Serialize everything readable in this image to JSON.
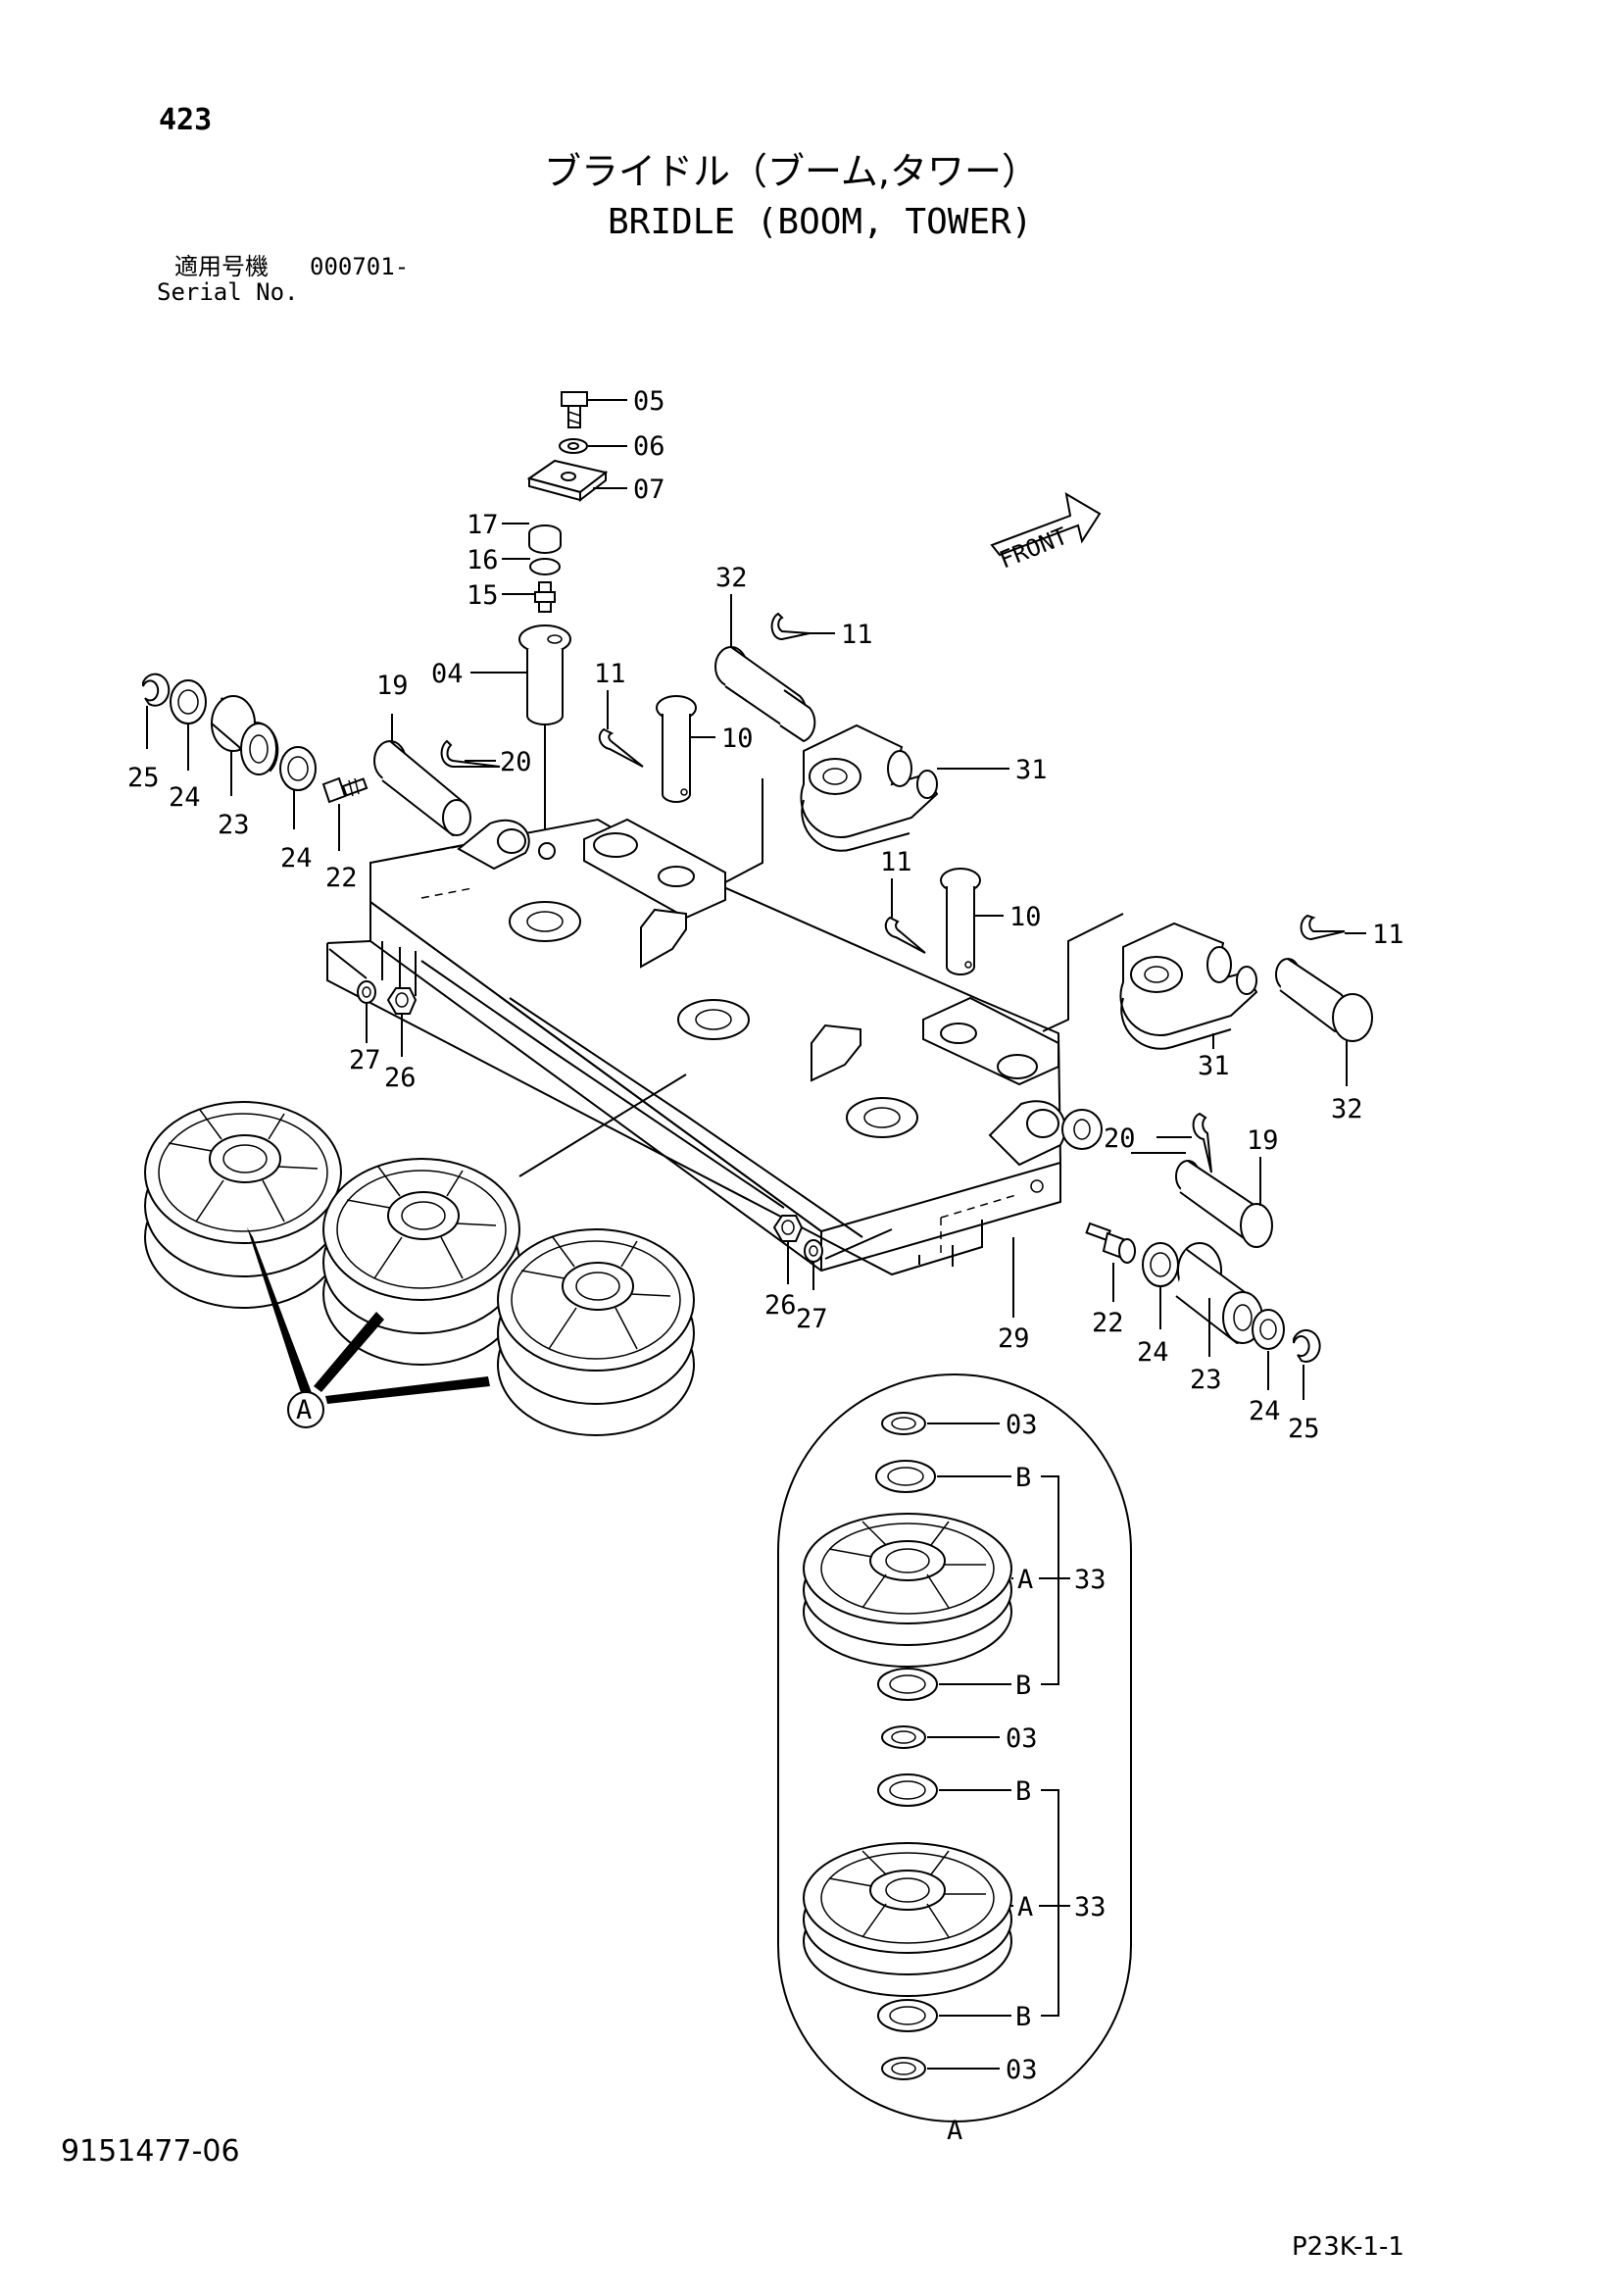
{
  "page": {
    "page_number": "423",
    "title_ja": "ブライドル（ブーム,タワー）",
    "title_en": "BRIDLE (BOOM, TOWER)",
    "serial_label_ja": "適用号機",
    "serial_value": "000701-",
    "serial_label_en": "Serial No.",
    "doc_number": "9151477-06",
    "page_code": "P23K-1-1"
  },
  "front_label": "FRONT",
  "callouts": {
    "c05": "05",
    "c06": "06",
    "c07": "07",
    "c17": "17",
    "c16": "16",
    "c15": "15",
    "c04": "04",
    "c32a": "32",
    "c11a": "11",
    "c11b": "11",
    "c10a": "10",
    "c19a": "19",
    "c20a": "20",
    "c25a": "25",
    "c24a": "24",
    "c23a": "23",
    "c24b": "24",
    "c22a": "22",
    "c31a": "31",
    "c11c": "11",
    "c10b": "10",
    "c11d": "11",
    "c27a": "27",
    "c26a": "26",
    "c31b": "31",
    "c32b": "32",
    "c20b": "20",
    "c19b": "19",
    "c26b": "26",
    "c27b": "27",
    "c29": "29",
    "c22b": "22",
    "c24c": "24",
    "c23b": "23",
    "c24d": "24",
    "c25b": "25",
    "cA_main": "A"
  },
  "detail": {
    "labels": {
      "d03a": "03",
      "dB1": "B",
      "dA1": "A",
      "d33a": "33",
      "dB2": "B",
      "d03b": "03",
      "dB3": "B",
      "dA2": "A",
      "d33b": "33",
      "dB4": "B",
      "d03c": "03",
      "dA_bottom": "A"
    }
  }
}
